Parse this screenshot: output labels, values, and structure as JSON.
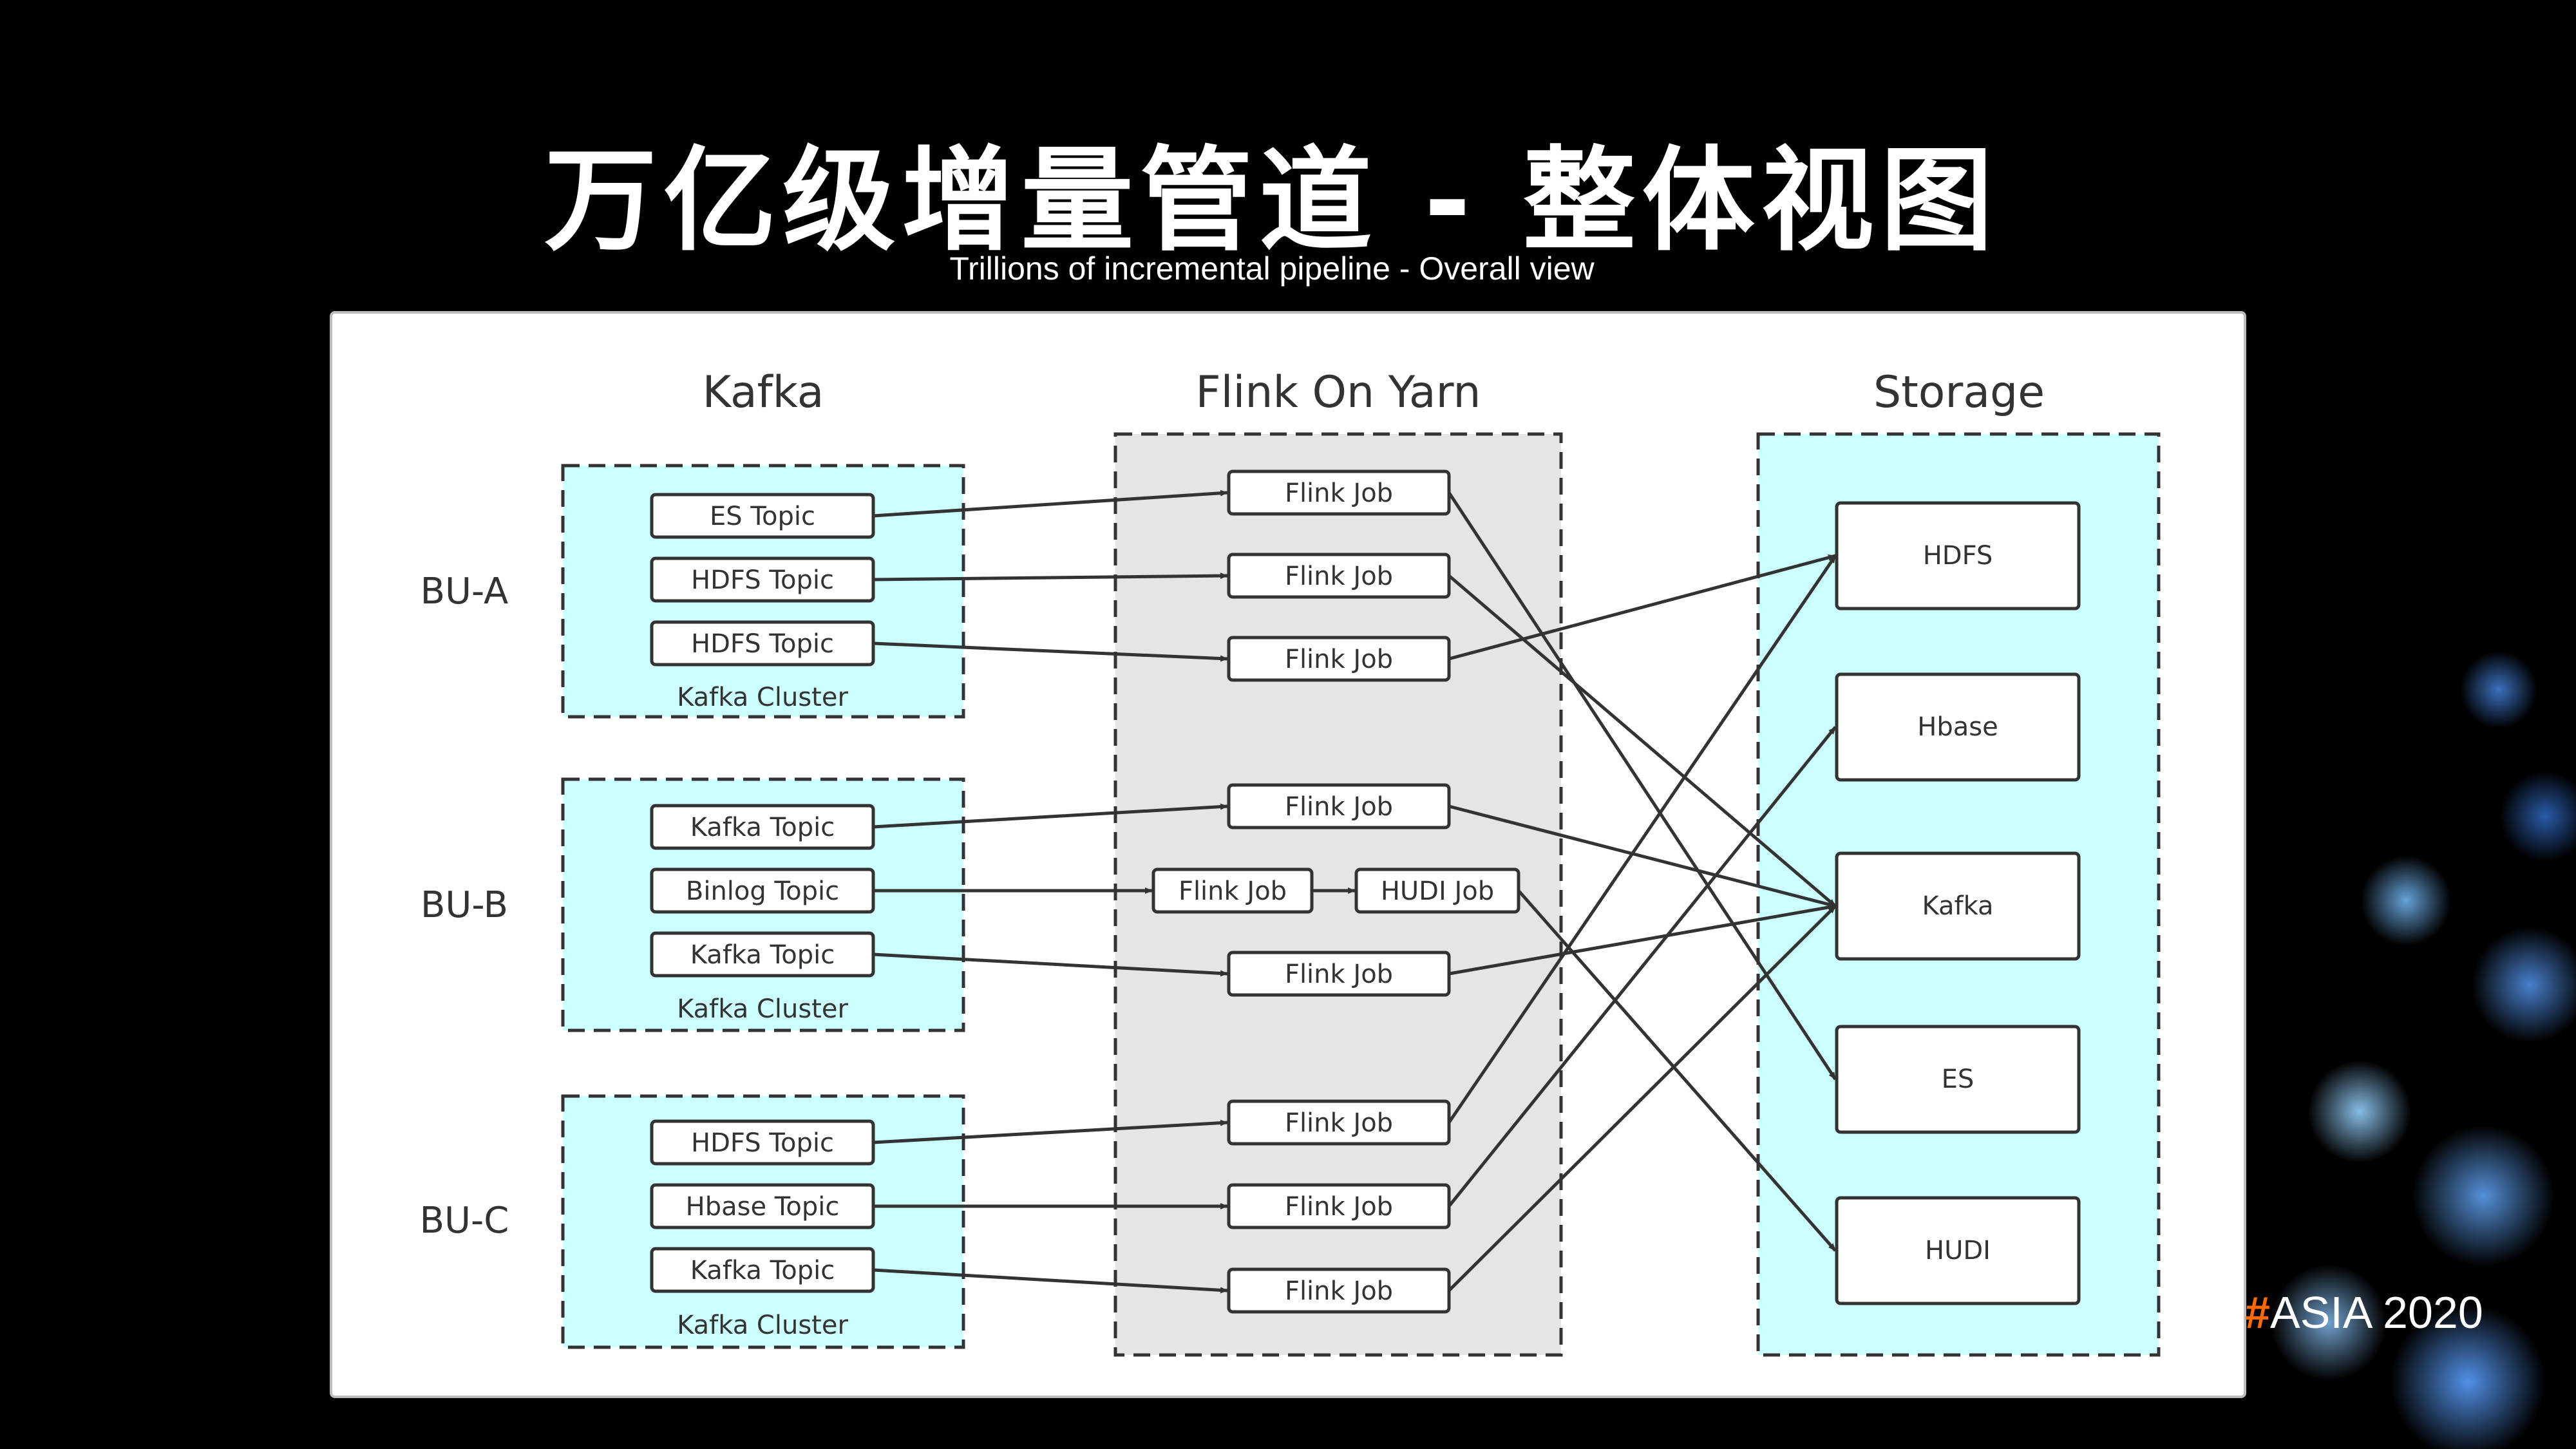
{
  "slide": {
    "title": "万亿级增量管道 - 整体视图",
    "subtitle": "Trillions of incremental pipeline - Overall view",
    "tag_hash": "#",
    "tag_text": "ASIA 2020"
  },
  "colors": {
    "cyan_fill": "#ccffff",
    "gray_fill": "#e5e5e5",
    "stroke": "#333333",
    "accent": "#ff6a00"
  },
  "columns": {
    "kafka": "Kafka",
    "flink": "Flink On Yarn",
    "storage": "Storage"
  },
  "bus": [
    {
      "label": "BU-A",
      "cluster": "Kafka Cluster",
      "topics": [
        "ES Topic",
        "HDFS Topic",
        "HDFS Topic"
      ]
    },
    {
      "label": "BU-B",
      "cluster": "Kafka Cluster",
      "topics": [
        "Kafka Topic",
        "Binlog Topic",
        "Kafka Topic"
      ]
    },
    {
      "label": "BU-C",
      "cluster": "Kafka Cluster",
      "topics": [
        "HDFS Topic",
        "Hbase Topic",
        "Kafka Topic"
      ]
    }
  ],
  "flink_jobs": [
    "Flink Job",
    "Flink Job",
    "Flink Job",
    "Flink Job",
    "Flink Job",
    "Flink Job",
    "Flink Job",
    "Flink Job"
  ],
  "binlog_chain": {
    "flink_job": "Flink Job",
    "hudi_job": "HUDI Job"
  },
  "storage": [
    "HDFS",
    "Hbase",
    "Kafka",
    "ES",
    "HUDI"
  ]
}
